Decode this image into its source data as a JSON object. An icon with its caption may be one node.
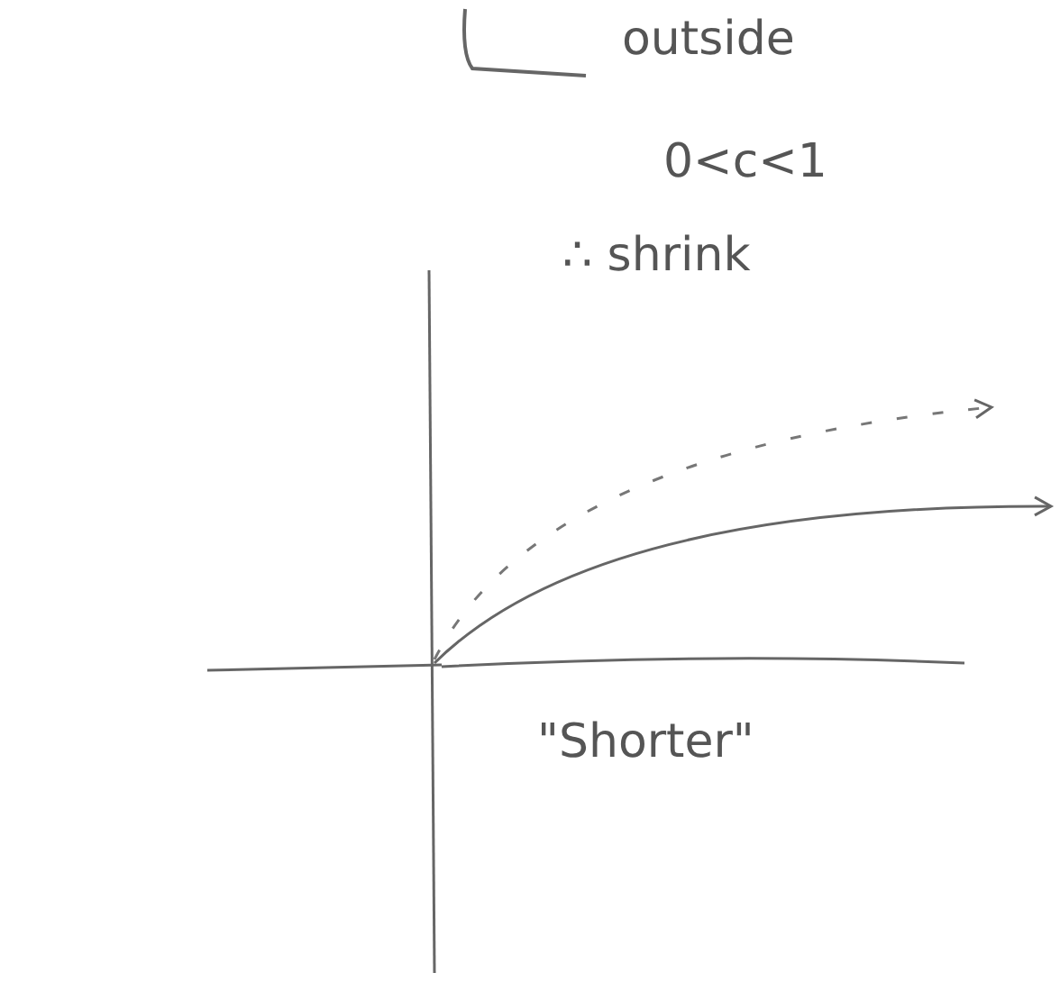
{
  "diagram": {
    "labels": [
      "outside",
      "0<c<1",
      "∴ shrink",
      "\"Shorter\""
    ]
  }
}
